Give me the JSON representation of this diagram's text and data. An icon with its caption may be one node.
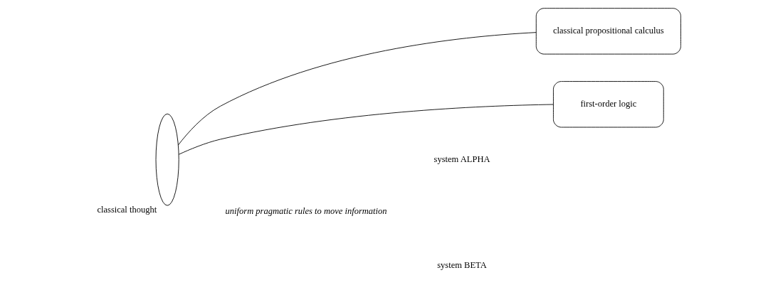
{
  "diagram": {
    "nodes": [
      {
        "text": [],
        "shape": "ellipse",
        "beside": [
          "classical thought"
        ]
      },
      {
        "text": [
          "classical propositional calculus"
        ]
      },
      {
        "text": [
          "first-order logic"
        ]
      }
    ],
    "edges": [
      {
        "from": 0,
        "to": 1,
        "arrow": "none"
      },
      {
        "from": 0,
        "to": 2,
        "arrow": "none"
      }
    ],
    "labels": [
      "system ALPHA",
      "uniform pragmatic rules to move information",
      "system BETA"
    ]
  }
}
